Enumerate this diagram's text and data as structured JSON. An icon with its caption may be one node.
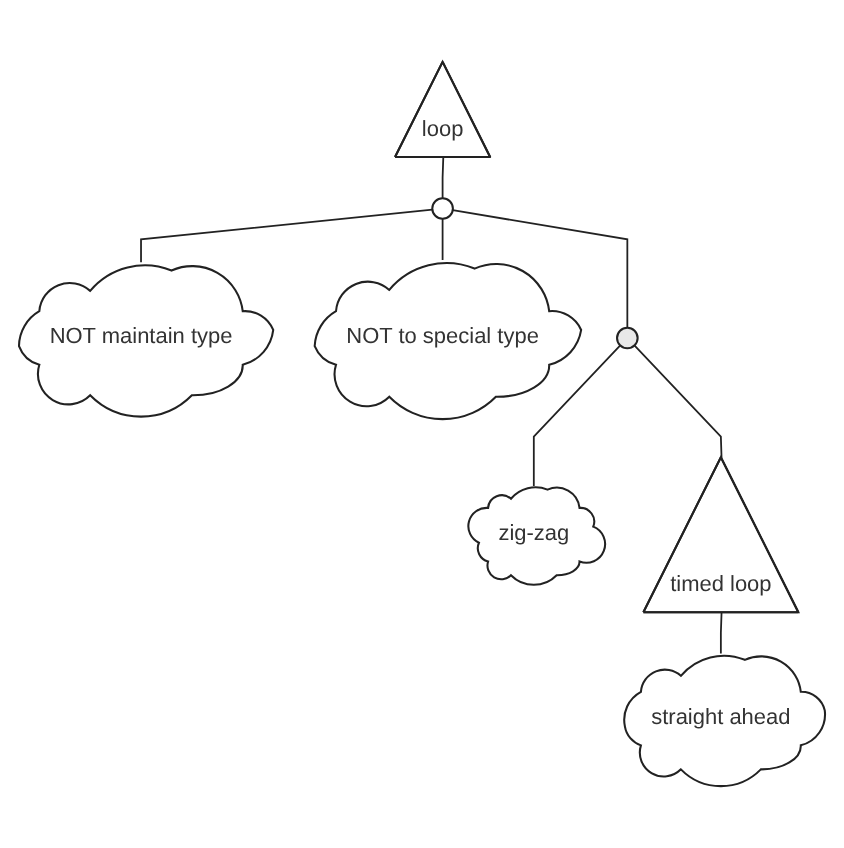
{
  "diagram": {
    "nodes": [
      {
        "text": [
          "loop"
        ]
      },
      {
        "text": [],
        "shape": "circle"
      },
      {
        "text": [
          "NOT maintain type"
        ]
      },
      {
        "text": [
          "NOT to special type"
        ]
      },
      {
        "text": [],
        "shape": "circle"
      },
      {
        "text": [
          "zig-zag"
        ]
      },
      {
        "text": [
          "timed loop"
        ]
      },
      {
        "text": [
          "straight ahead"
        ]
      }
    ],
    "edges": [
      {
        "from": 0,
        "to": 1,
        "arrow": "none"
      },
      {
        "from": 1,
        "to": 2,
        "arrow": "none"
      },
      {
        "from": 1,
        "to": 3,
        "arrow": "none"
      },
      {
        "from": 1,
        "to": 4,
        "arrow": "none"
      },
      {
        "from": 4,
        "to": 5,
        "arrow": "none"
      },
      {
        "from": 4,
        "to": 6,
        "arrow": "none"
      },
      {
        "from": 6,
        "to": 7,
        "arrow": "none"
      }
    ]
  }
}
